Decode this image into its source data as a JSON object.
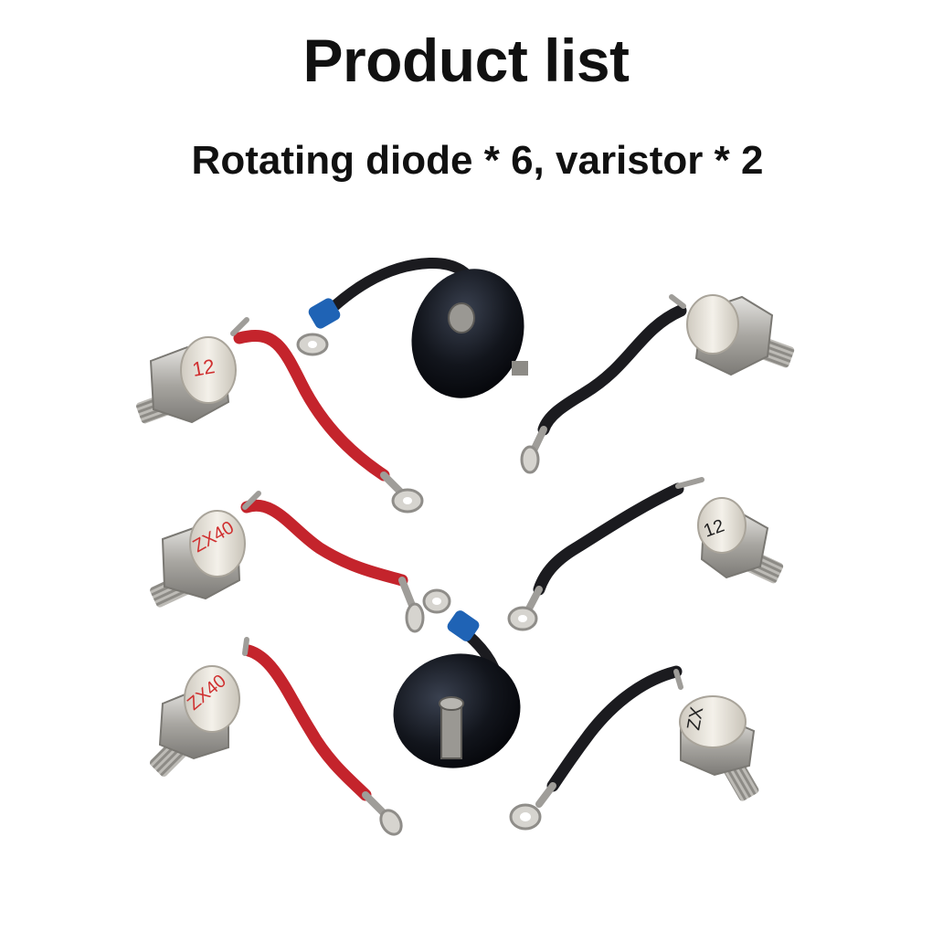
{
  "header": {
    "title": "Product list",
    "subtitle": "Rotating diode * 6, varistor * 2"
  },
  "products": {
    "diodes": [
      {
        "marking": "12",
        "lead_color": "red"
      },
      {
        "marking": "",
        "lead_color": "black"
      },
      {
        "marking": "ZX40",
        "lead_color": "red"
      },
      {
        "marking": "12",
        "lead_color": "black"
      },
      {
        "marking": "ZX40",
        "lead_color": "red"
      },
      {
        "marking": "ZX",
        "lead_color": "black"
      }
    ],
    "varistors": [
      {
        "lead_color": "black"
      },
      {
        "lead_color": "black"
      }
    ]
  },
  "colors": {
    "background": "#ffffff",
    "text": "#111111",
    "red_wire": "#c4242c",
    "black_wire": "#1b1b1f",
    "metal": "#b9b7b2",
    "ceramic": "#e9e6df",
    "varistor_body": "#0d0f14",
    "blue_sleeve": "#1f63b5"
  }
}
